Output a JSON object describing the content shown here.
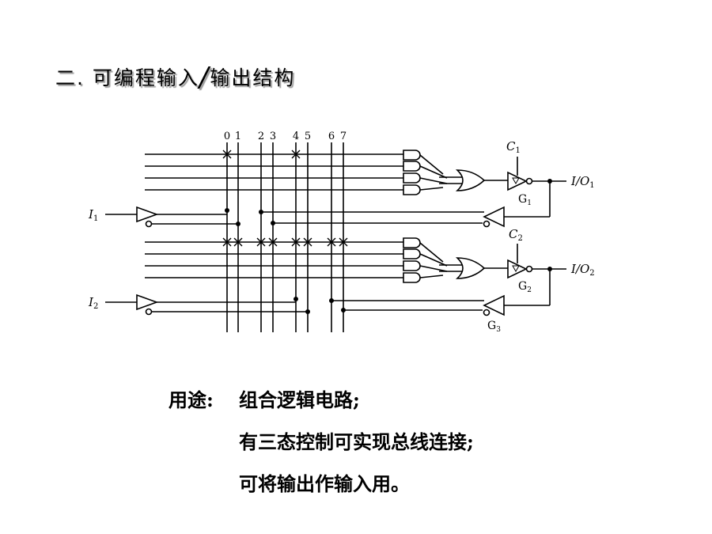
{
  "title": {
    "prefix": "二.",
    "part1": "可编程输入",
    "slash": "/",
    "part2": "输出结构"
  },
  "diagram": {
    "column_labels": [
      "0",
      "1",
      "2",
      "3",
      "4",
      "5",
      "6",
      "7"
    ],
    "labels": {
      "i1": "I",
      "i1_sub": "1",
      "i2": "I",
      "i2_sub": "2",
      "c1": "C",
      "c1_sub": "1",
      "c2": "C",
      "c2_sub": "2",
      "g1": "G",
      "g1_sub": "1",
      "g2": "G",
      "g2_sub": "2",
      "g3": "G",
      "g3_sub": "3",
      "io1": "I/O",
      "io1_sub": "1",
      "io2": "I/O",
      "io2_sub": "2"
    }
  },
  "usage": {
    "label": "用途:",
    "items": [
      "组合逻辑电路;",
      "有三态控制可实现总线连接;",
      "可将输出作输入用。"
    ]
  }
}
